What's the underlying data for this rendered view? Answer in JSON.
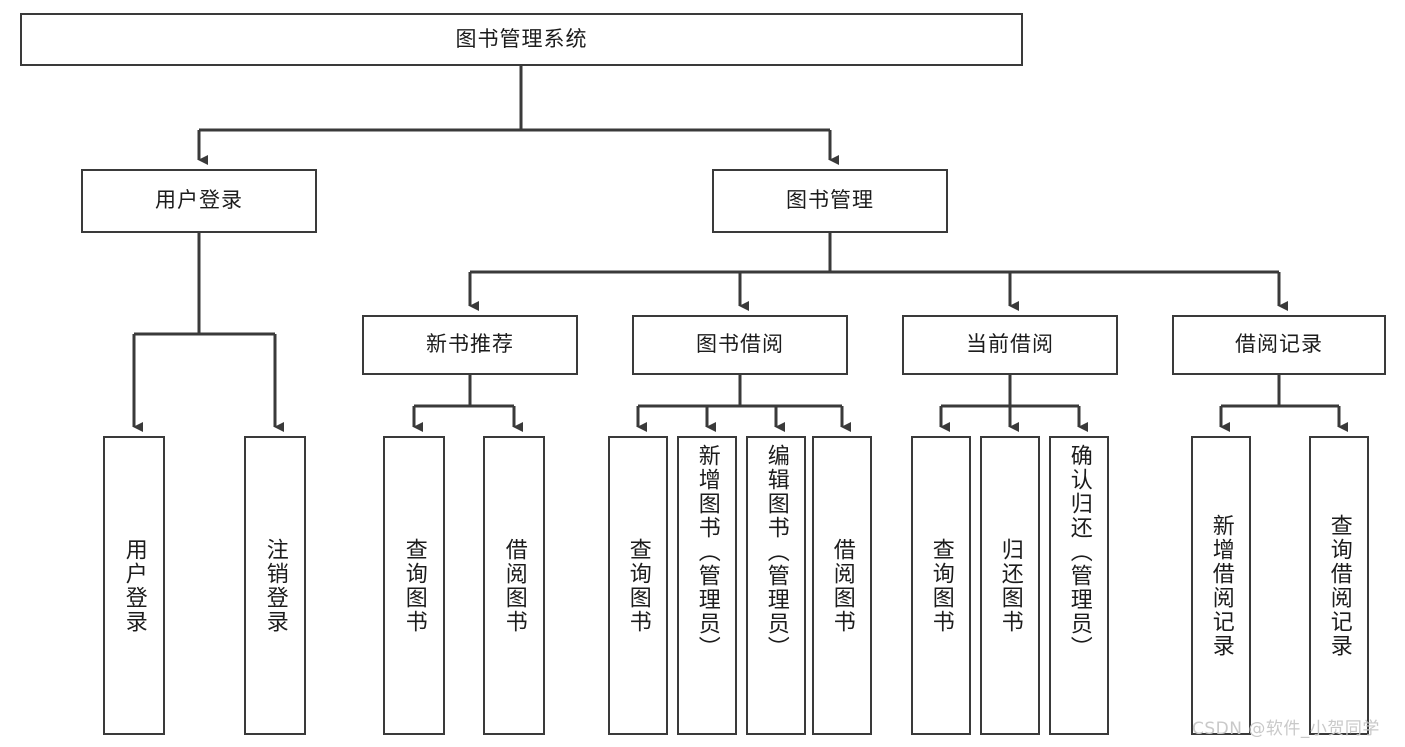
{
  "diagram": {
    "title_text": "图书管理系统",
    "watermark": "CSDN @软件_小贺同学",
    "colors": {
      "stroke": "#3a3a3a",
      "fill": "#ffffff",
      "text": "#1c1c1c",
      "watermark": "#c9c9c9"
    },
    "level1": {
      "root": {
        "label": "图书管理系统"
      }
    },
    "level2": [
      {
        "label": "用户登录"
      },
      {
        "label": "图书管理"
      }
    ],
    "level3": [
      {
        "label": "新书推荐"
      },
      {
        "label": "图书借阅"
      },
      {
        "label": "当前借阅"
      },
      {
        "label": "借阅记录"
      }
    ],
    "leaves": {
      "user_login": [
        {
          "label": "用户登录"
        },
        {
          "label": "注销登录"
        }
      ],
      "new_book_recommend": [
        {
          "label": "查询图书"
        },
        {
          "label": "借阅图书"
        }
      ],
      "book_borrow": [
        {
          "label": "查询图书"
        },
        {
          "label": "新增图书（管理员）"
        },
        {
          "label": "编辑图书（管理员）"
        },
        {
          "label": "借阅图书"
        }
      ],
      "current_borrow": [
        {
          "label": "查询图书"
        },
        {
          "label": "归还图书"
        },
        {
          "label": "确认归还（管理员）"
        }
      ],
      "borrow_record": [
        {
          "label": "新增借阅记录"
        },
        {
          "label": "查询借阅记录"
        }
      ]
    }
  }
}
